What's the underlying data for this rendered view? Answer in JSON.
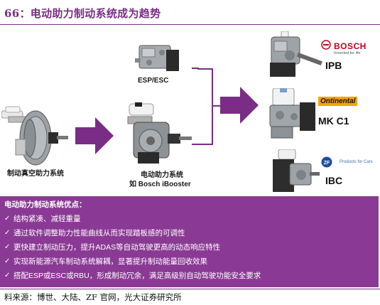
{
  "header": {
    "title": "66：电动助力制动系统成为趋势"
  },
  "diagram": {
    "stage1_caption": "制动真空助力系统",
    "stage2_caption_line1": "电动助力系统",
    "stage2_caption_line2": "如 Bosch iBooster",
    "esp_caption": "ESP/ESC",
    "products": [
      {
        "label": "IPB",
        "logo": "BOSCH",
        "logo_sub": "Invented for life"
      },
      {
        "label": "MK C1",
        "logo": "Ontinental"
      },
      {
        "label": "IBC",
        "logo": "ZF",
        "logo_sub": "Products for Cars"
      }
    ]
  },
  "advantages": {
    "title": "电动助力制动系统优点：",
    "items": [
      "结构紧凑、减轻重量",
      "通过软件调整助力性能曲线从而实现踏板感的可调性",
      "更快建立制动压力，提升ADAS等自动驾驶更高的动态响应特性",
      "实现新能源汽车制动系统解耦，显著提升制动能量回收效果",
      "搭配ESP或ESC或RBU，形成制动冗余，满足高级别自动驾驶功能安全要求"
    ]
  },
  "footer": {
    "source": "料来源：博世、大陆、ZF 官网，光大证券研究所"
  },
  "colors": {
    "accent": "#7a2d84",
    "box_bg": "#8a3a94",
    "bosch_red": "#c4001a",
    "conti_orange": "#f5a400"
  }
}
